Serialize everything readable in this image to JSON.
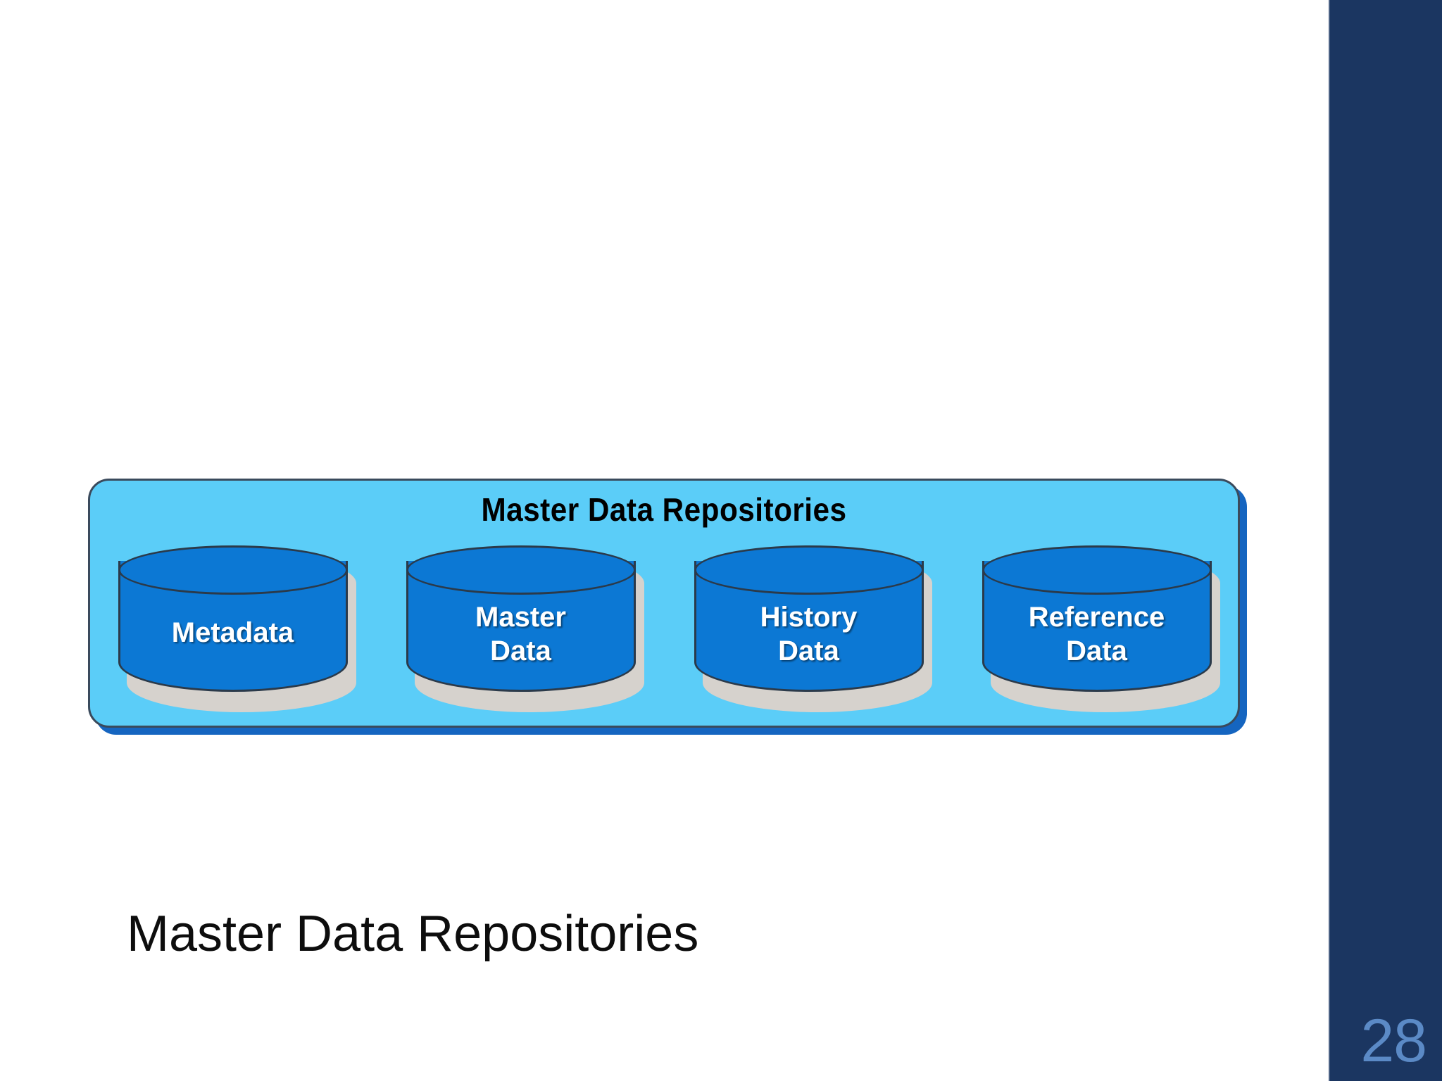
{
  "slide": {
    "background_color": "#ffffff",
    "number": "28",
    "caption": "Master Data Repositories"
  },
  "sidebar": {
    "background_color": "#1b3661",
    "number_color": "#5b8ac6",
    "separator_color": "#c9cfdb"
  },
  "diagram": {
    "title": "Master Data Repositories",
    "container_fill": "#5bcdf8",
    "container_border": "#3a4a5c",
    "container_shadow": "#1565c0",
    "cylinder_fill": "#0c78d4",
    "cylinder_border": "#2b3a4a",
    "cylinder_shadow": "#d6d2cd",
    "label_color": "#ffffff",
    "repositories": [
      {
        "label": "Metadata",
        "lines": 1
      },
      {
        "label": "Master\nData",
        "lines": 2
      },
      {
        "label": "History\nData",
        "lines": 2
      },
      {
        "label": "Reference\nData",
        "lines": 2
      }
    ]
  }
}
